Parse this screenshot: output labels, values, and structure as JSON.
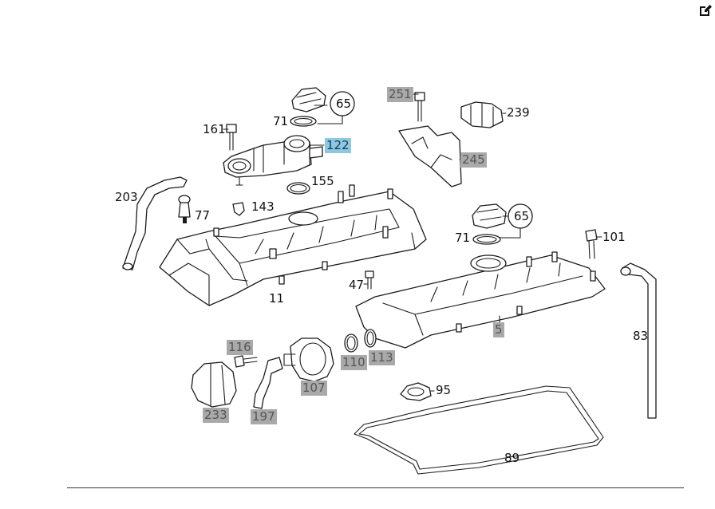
{
  "toolbar": {
    "edit_icon": "edit-icon"
  },
  "callouts": [
    {
      "id": "c251",
      "text": "251",
      "highlight": "gray"
    },
    {
      "id": "c239",
      "text": "239",
      "highlight": "none"
    },
    {
      "id": "c65a",
      "text": "65",
      "highlight": "none"
    },
    {
      "id": "c71a",
      "text": "71",
      "highlight": "none"
    },
    {
      "id": "c161",
      "text": "161",
      "highlight": "none"
    },
    {
      "id": "c122",
      "text": "122",
      "highlight": "blue"
    },
    {
      "id": "c245",
      "text": "245",
      "highlight": "gray"
    },
    {
      "id": "c155",
      "text": "155",
      "highlight": "none"
    },
    {
      "id": "c203",
      "text": "203",
      "highlight": "none"
    },
    {
      "id": "c143",
      "text": "143",
      "highlight": "none"
    },
    {
      "id": "c77",
      "text": "77",
      "highlight": "none"
    },
    {
      "id": "c65b",
      "text": "65",
      "highlight": "none"
    },
    {
      "id": "c71b",
      "text": "71",
      "highlight": "none"
    },
    {
      "id": "c101",
      "text": "101",
      "highlight": "none"
    },
    {
      "id": "c47",
      "text": "47",
      "highlight": "none"
    },
    {
      "id": "c11",
      "text": "11",
      "highlight": "none"
    },
    {
      "id": "c5",
      "text": "5",
      "highlight": "gray"
    },
    {
      "id": "c83",
      "text": "83",
      "highlight": "none"
    },
    {
      "id": "c116",
      "text": "116",
      "highlight": "gray"
    },
    {
      "id": "c110",
      "text": "110",
      "highlight": "gray"
    },
    {
      "id": "c113",
      "text": "113",
      "highlight": "gray"
    },
    {
      "id": "c107",
      "text": "107",
      "highlight": "gray"
    },
    {
      "id": "c95",
      "text": "95",
      "highlight": "none"
    },
    {
      "id": "c233",
      "text": "233",
      "highlight": "gray"
    },
    {
      "id": "c197",
      "text": "197",
      "highlight": "gray"
    },
    {
      "id": "c89",
      "text": "89",
      "highlight": "none"
    }
  ]
}
